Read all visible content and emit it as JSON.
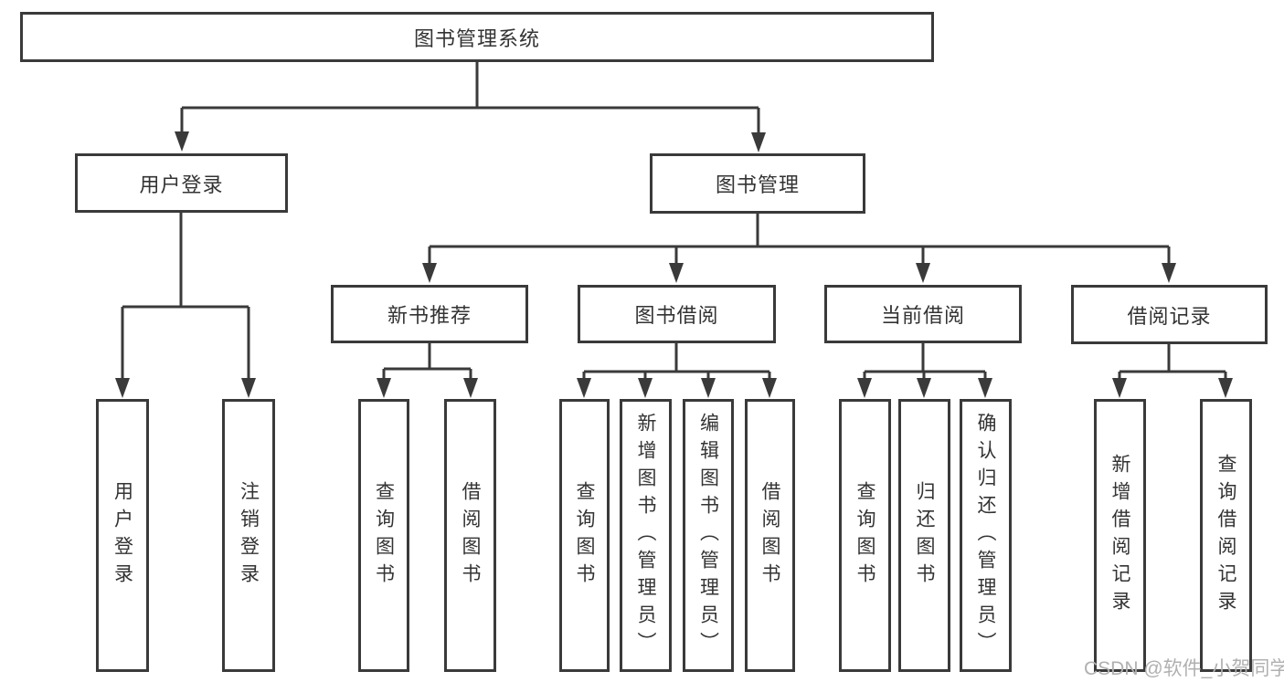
{
  "diagram_type": "functional-structure-tree",
  "tree": {
    "label": "图书管理系统",
    "children": [
      {
        "label": "用户登录",
        "children": [
          {
            "label": "用户登录"
          },
          {
            "label": "注销登录"
          }
        ]
      },
      {
        "label": "图书管理",
        "children": [
          {
            "label": "新书推荐",
            "children": [
              {
                "label": "查询图书"
              },
              {
                "label": "借阅图书"
              }
            ]
          },
          {
            "label": "图书借阅",
            "children": [
              {
                "label": "查询图书"
              },
              {
                "label": "新增图书（管理员）"
              },
              {
                "label": "编辑图书（管理员）"
              },
              {
                "label": "借阅图书"
              }
            ]
          },
          {
            "label": "当前借阅",
            "children": [
              {
                "label": "查询图书"
              },
              {
                "label": "归还图书"
              },
              {
                "label": "确认归还（管理员）"
              }
            ]
          },
          {
            "label": "借阅记录",
            "children": [
              {
                "label": "新增借阅记录"
              },
              {
                "label": "查询借阅记录"
              }
            ]
          }
        ]
      }
    ]
  },
  "watermark": {
    "text": "CSDN @软件_小贺同学",
    "color": "#b0b0b0"
  },
  "colors": {
    "line": "#3a3a3a",
    "box_border": "#3a3a3a",
    "text": "#333333",
    "background": "#ffffff"
  }
}
